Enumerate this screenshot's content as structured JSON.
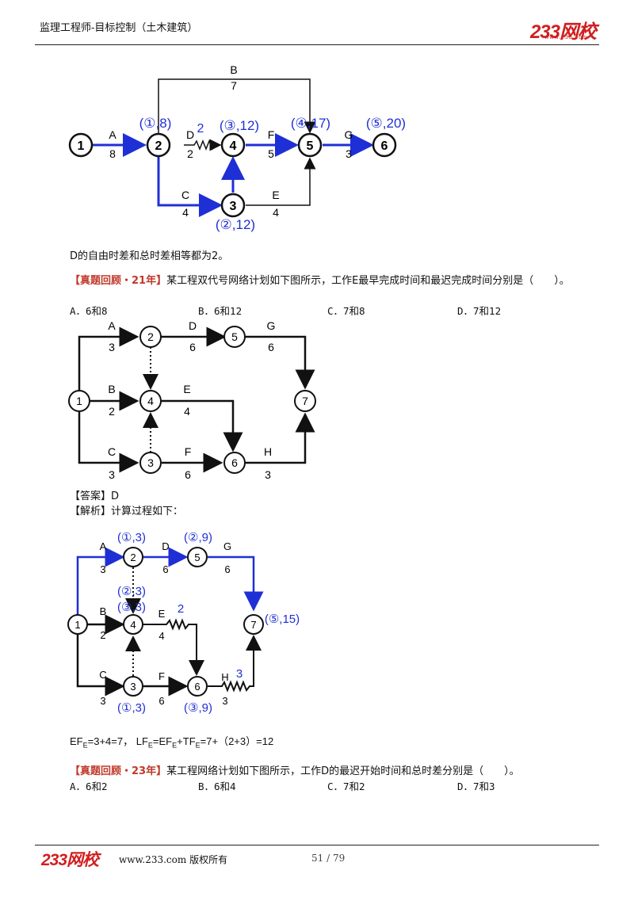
{
  "header": {
    "title": "监理工程师-目标控制（土木建筑）",
    "logo_main": "233网校",
    "logo_sub": "www.233.com"
  },
  "diagram1": {
    "nodes": [
      "1",
      "2",
      "3",
      "4",
      "5",
      "6"
    ],
    "edges": {
      "A": {
        "name": "A",
        "dur": "8"
      },
      "B": {
        "name": "B",
        "dur": "7"
      },
      "C": {
        "name": "C",
        "dur": "4"
      },
      "D": {
        "name": "D",
        "dur": "2"
      },
      "E": {
        "name": "E",
        "dur": "4"
      },
      "F": {
        "name": "F",
        "dur": "5"
      },
      "G": {
        "name": "G",
        "dur": "3"
      }
    },
    "annotations": {
      "n2": "(①,8)",
      "n4": "(③,12)",
      "n5": "(④,17)",
      "n6": "(⑤,20)",
      "n3": "(②,12)",
      "d_free": "2"
    }
  },
  "note1": "D的自由时差和总时差相等都为2。",
  "q1": {
    "tag": "【真题回顾・21年】",
    "text": "某工程双代号网络计划如下图所示，工作E最早完成时间和最迟完成时间分别是（　　）。",
    "options": [
      "A．6和8",
      "B．6和12",
      "C．7和8",
      "D．7和12"
    ]
  },
  "diagram2": {
    "nodes": [
      "1",
      "2",
      "3",
      "4",
      "5",
      "6",
      "7"
    ],
    "edges": {
      "A": {
        "name": "A",
        "dur": "3"
      },
      "B": {
        "name": "B",
        "dur": "2"
      },
      "C": {
        "name": "C",
        "dur": "3"
      },
      "D": {
        "name": "D",
        "dur": "6"
      },
      "E": {
        "name": "E",
        "dur": "4"
      },
      "F": {
        "name": "F",
        "dur": "6"
      },
      "G": {
        "name": "G",
        "dur": "6"
      },
      "H": {
        "name": "H",
        "dur": "3"
      }
    }
  },
  "answer": "【答案】D",
  "analysis": "【解析】计算过程如下：",
  "diagram3": {
    "nodes": [
      "1",
      "2",
      "3",
      "4",
      "5",
      "6",
      "7"
    ],
    "edges": {
      "A": {
        "name": "A",
        "dur": "3"
      },
      "B": {
        "name": "B",
        "dur": "2"
      },
      "C": {
        "name": "C",
        "dur": "3"
      },
      "D": {
        "name": "D",
        "dur": "6"
      },
      "E": {
        "name": "E",
        "dur": "4"
      },
      "F": {
        "name": "F",
        "dur": "6"
      },
      "G": {
        "name": "G",
        "dur": "6"
      },
      "H": {
        "name": "H",
        "dur": "3"
      }
    },
    "annotations": {
      "n2": "(①,3)",
      "n5": "(②,9)",
      "n4a": "(②,3)",
      "n4b": "(③,3)",
      "n7": "(⑤,15)",
      "n3": "(①,3)",
      "n6": "(③,9)",
      "e_free": "2",
      "h_free": "3"
    }
  },
  "formula": {
    "ef_lhs": "EF",
    "ef_sub": "E",
    "ef_rhs": "=3+4=7，",
    "lf_lhs": "LF",
    "lf_sub": "E",
    "lf_mid": "=EF",
    "lf_mid_sub": "E",
    "lf_tf": "+TF",
    "lf_tf_sub": "E",
    "lf_rhs": "=7+（2+3）=12"
  },
  "q2": {
    "tag": "【真题回顾・23年】",
    "text": "某工程网络计划如下图所示，工作D的最迟开始时间和总时差分别是（　　）。",
    "options": [
      "A．6和2",
      "B．6和4",
      "C．7和2",
      "D．7和3"
    ]
  },
  "footer": {
    "logo": "233网校",
    "site": "www.233.com 版权所有",
    "page": "51 / 79"
  },
  "colors": {
    "accent_blue": "#1f2fd6",
    "brand_red": "#d11f1f",
    "tag_red": "#c0392b"
  }
}
